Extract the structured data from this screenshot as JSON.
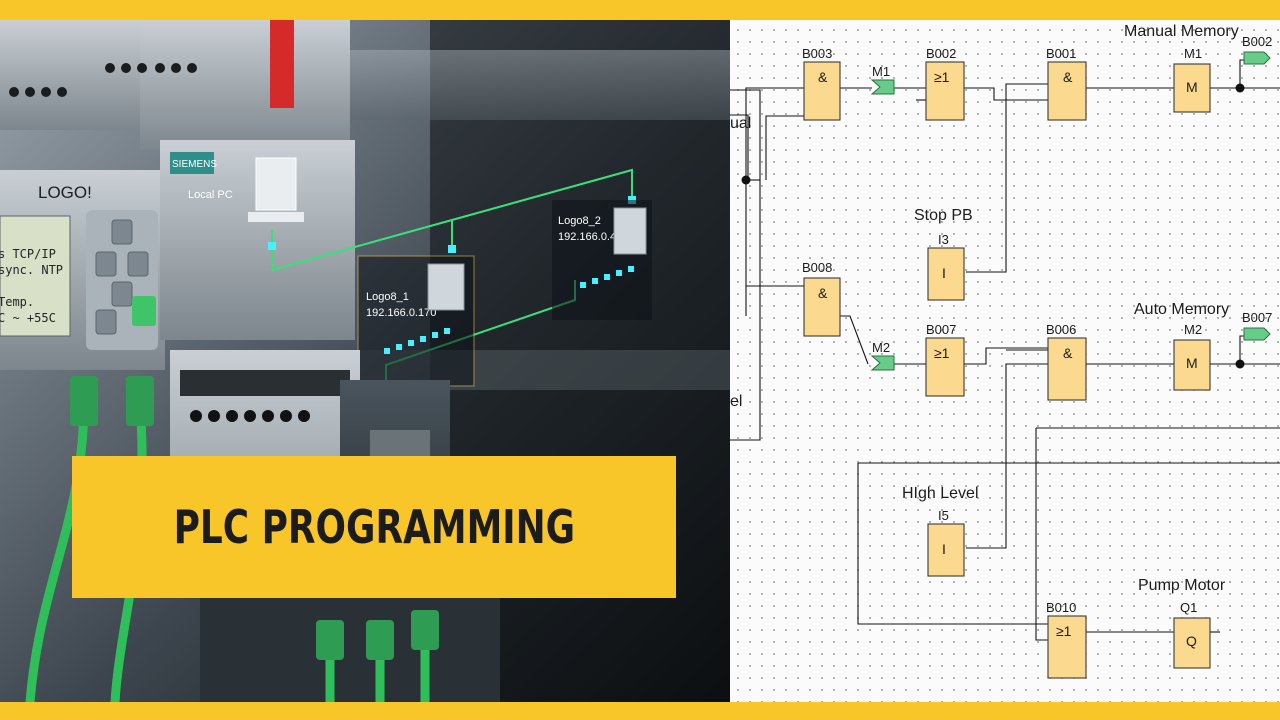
{
  "banner": {
    "title": "PLC PROGRAMMING"
  },
  "colors": {
    "accent_yellow": "#f9c62a",
    "block_fill": "#fbd98e",
    "flag_green": "#66cc88",
    "net_line": "#39e07a"
  },
  "photo": {
    "brand": "SIEMENS",
    "device_label": "Local PC",
    "logo_label": "LOGO!",
    "lcd": [
      "s TCP/IP",
      "sync. NTP",
      "Temp.",
      "C ~ +55C"
    ],
    "node1": {
      "name": "Logo8_1",
      "ip": "192.166.0.170"
    },
    "node2": {
      "name": "Logo8_2",
      "ip": "192.166.0.4"
    }
  },
  "diagram": {
    "captions": {
      "manual_memory": "Manual Memory",
      "auto_memory": "Auto Memory",
      "stop_pb": "Stop PB",
      "high_level": "HIgh Level",
      "pump_motor": "Pump Motor",
      "manual_cut": "ual",
      "level_cut": "el"
    },
    "blocks": {
      "b003": {
        "id": "B003",
        "sym": "&"
      },
      "b002": {
        "id": "B002",
        "sym": "≥1"
      },
      "b001": {
        "id": "B001",
        "sym": "&"
      },
      "m1": {
        "id": "M1",
        "sym": "M"
      },
      "b008": {
        "id": "B008",
        "sym": "&"
      },
      "b007": {
        "id": "B007",
        "sym": "≥1"
      },
      "b006": {
        "id": "B006",
        "sym": "&"
      },
      "m2": {
        "id": "M2",
        "sym": "M"
      },
      "i3": {
        "id": "I3",
        "sym": "I"
      },
      "i5": {
        "id": "I5",
        "sym": "I"
      },
      "b010": {
        "id": "B010",
        "sym": "≥1"
      },
      "q1": {
        "id": "Q1",
        "sym": "Q"
      }
    },
    "flags": {
      "m1_flag": "M1",
      "m2_flag": "M2",
      "out_top": "B002",
      "out_mid": "B007"
    }
  }
}
